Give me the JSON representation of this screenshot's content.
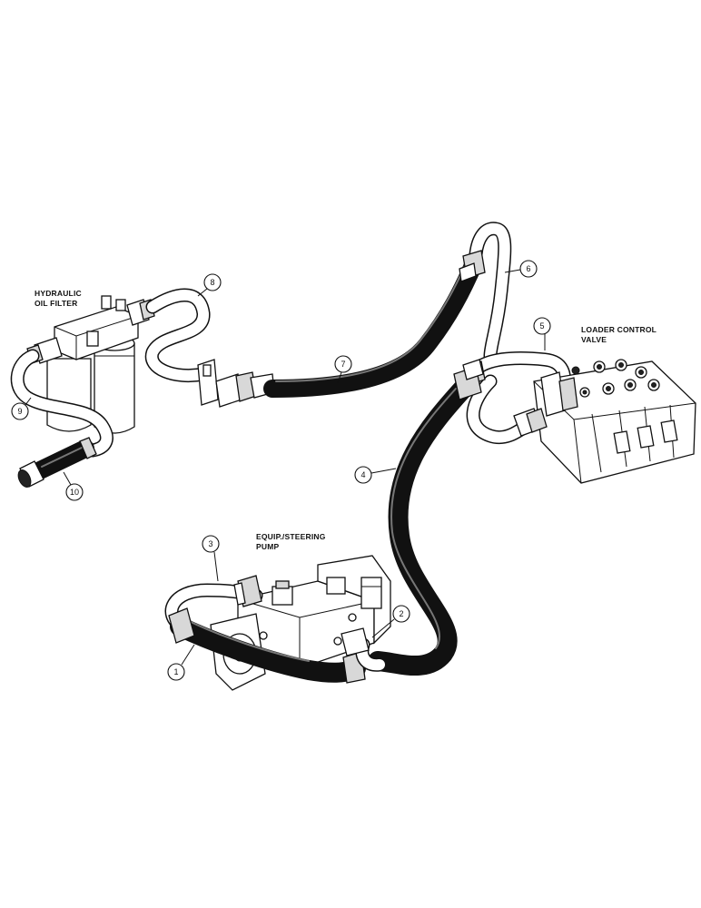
{
  "labels": {
    "hydraulic_oil_filter": [
      "HYDRAULIC",
      "OIL FILTER"
    ],
    "loader_control_valve": [
      "LOADER CONTROL",
      "VALVE"
    ],
    "equip_steering_pump": [
      "EQUIP./STEERING",
      "PUMP"
    ]
  },
  "callouts": [
    "1",
    "2",
    "3",
    "4",
    "5",
    "6",
    "7",
    "8",
    "9",
    "10"
  ]
}
